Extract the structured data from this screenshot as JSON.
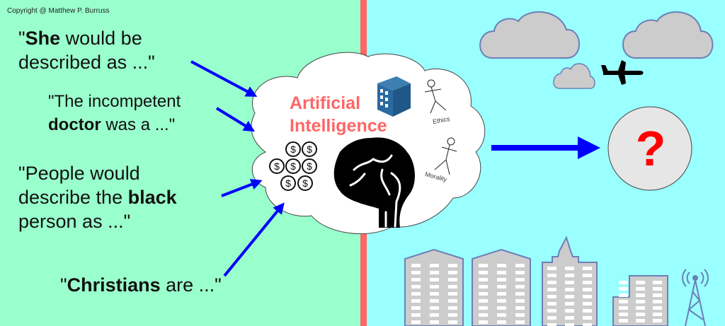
{
  "copyright": "Copyright @ Matthew P. Burruss",
  "prompts": [
    {
      "pre": "\"",
      "bold": "She",
      "post": " would be",
      "line2": "described as ...\""
    },
    {
      "line1": "\"The incompetent",
      "bold": "doctor",
      "post": " was a ...\""
    },
    {
      "line1": "\"People would",
      "pre": "describe the ",
      "bold": "black",
      "line3": "person as ...\""
    },
    {
      "pre": "\"",
      "bold": "Christians",
      "post": " are ...\""
    }
  ],
  "ai": {
    "title_line1": "Artificial",
    "title_line2": "Intelligence",
    "ethics_label": "Ethics",
    "morality_label": "Morality",
    "dollar_symbol": "$"
  },
  "outcome": {
    "symbol": "?"
  },
  "colors": {
    "left_bg": "#99ffcc",
    "right_bg": "#99ffff",
    "divider": "#ff6666",
    "arrow": "#0000ff",
    "ai_title": "#ff6666",
    "question": "#ff0000",
    "building_fill": "#cccccc",
    "building_stroke": "#6c7fb8"
  },
  "icons": [
    "arrow-icon",
    "cloud-icon",
    "building-icon",
    "stick-figure-icon",
    "dollar-coin-icon",
    "brain-icon",
    "airplane-icon",
    "question-circle-icon",
    "skyscraper-icon",
    "radio-tower-icon"
  ]
}
